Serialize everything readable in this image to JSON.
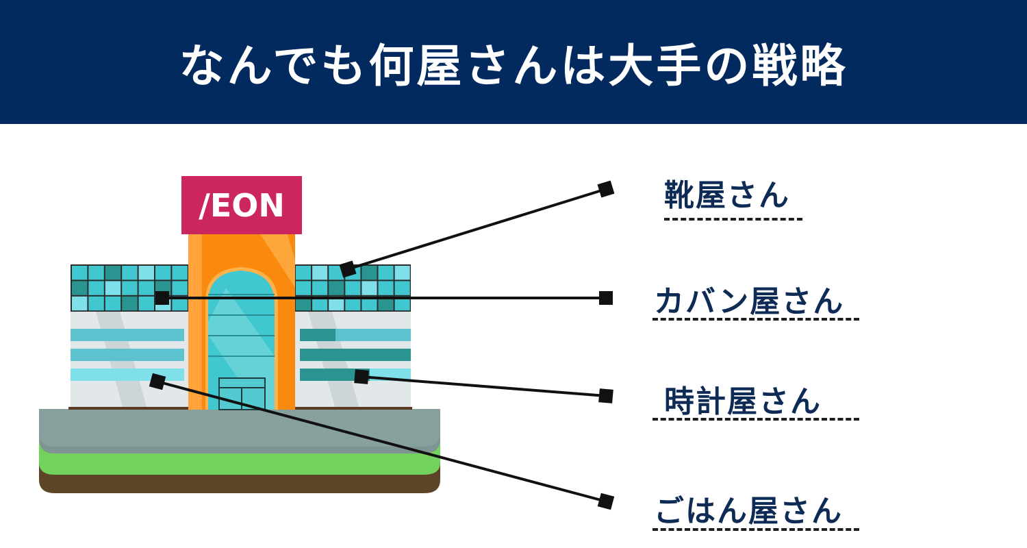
{
  "header": {
    "title": "なんでも何屋さんは大手の戦略"
  },
  "building": {
    "sign_text": "/EON"
  },
  "labels": [
    {
      "text": "靴屋さん"
    },
    {
      "text": "カバン屋さん"
    },
    {
      "text": "時計屋さん"
    },
    {
      "text": "ごはん屋さん"
    }
  ],
  "colors": {
    "header_bg": "#022a5e",
    "sign_bg": "#cc2660",
    "tower": "#f98a0e",
    "glass": "#40c7cf",
    "ground": "#87a09e",
    "grass": "#73d15e",
    "soil": "#5e4427",
    "label_text": "#0d2b55"
  }
}
